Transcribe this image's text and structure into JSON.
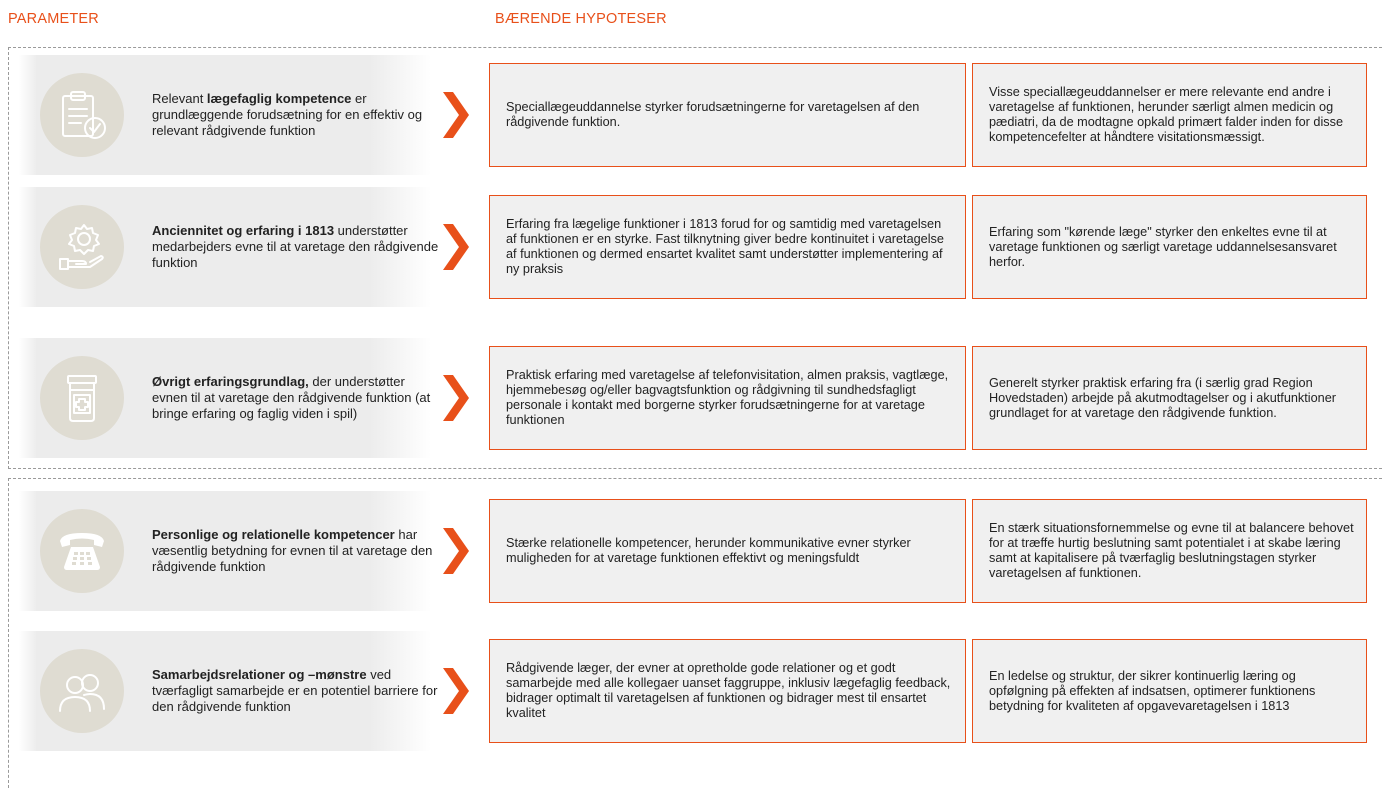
{
  "headers": {
    "left": "PARAMETER",
    "right": "BÆRENDE HYPOTESER"
  },
  "rows": [
    {
      "icon": "clipboard-check-icon",
      "param_bold": "lægefaglig kompetence",
      "param_pre": "Relevant ",
      "param_post": " er grundlæggende forudsætning for en effektiv og relevant rådgivende funktion",
      "hyp1": "Speciallægeuddannelse styrker forudsætningerne for varetagelsen af den rådgivende funktion.",
      "hyp2": "Visse speciallægeuddannelser er mere relevante end andre i varetagelse af funktionen, herunder særligt almen medicin og pædiatri, da de modtagne opkald primært falder inden for disse kompetencefelter at håndtere visitationsmæssigt."
    },
    {
      "icon": "gear-hand-icon",
      "param_bold": "Anciennitet og erfaring i 1813",
      "param_pre": "",
      "param_post": " understøtter medarbejders evne til at varetage den rådgivende funktion",
      "hyp1": "Erfaring fra lægelige funktioner i 1813 forud for og samtidig med varetagelsen af funktionen er en styrke. Fast tilknytning giver bedre kontinuitet i varetagelse af funktionen og dermed ensartet kvalitet samt understøtter implementering af ny praksis",
      "hyp2": "Erfaring som \"kørende læge\" styrker den enkeltes evne til at varetage funktionen og særligt varetage uddannelsesansvaret herfor."
    },
    {
      "icon": "medicine-jar-icon",
      "param_bold": "Øvrigt erfaringsgrundlag,",
      "param_pre": "",
      "param_post": " der understøtter evnen til at varetage den rådgivende funktion (at bringe erfaring og faglig viden i spil)",
      "hyp1": "Praktisk erfaring med varetagelse af telefonvisitation, almen praksis, vagtlæge, hjemmebesøg og/eller bagvagtsfunktion og rådgivning til sundhedsfagligt personale i kontakt med borgerne styrker forudsætningerne for at varetage funktionen",
      "hyp2": "Generelt styrker praktisk erfaring fra (i særlig grad Region Hovedstaden) arbejde på akutmodtagelser og i akutfunktioner grundlaget for at varetage den rådgivende funktion."
    },
    {
      "icon": "telephone-icon",
      "param_bold": "Personlige og relationelle kompetencer",
      "param_pre": "",
      "param_post": " har væsentlig betydning for evnen til at varetage den rådgivende funktion",
      "hyp1": "Stærke relationelle kompetencer, herunder kommunikative evner styrker muligheden for at varetage funktionen effektivt og meningsfuldt",
      "hyp2": "En stærk situationsfornemmelse og evne til at balancere behovet for at træffe hurtig beslutning samt potentialet i at skabe læring samt at kapitalisere på tværfaglig beslutningstagen styrker varetagelsen af funktionen."
    },
    {
      "icon": "people-icon",
      "param_bold": "Samarbejdsrelationer og –mønstre",
      "param_pre": "",
      "param_post": " ved tværfagligt samarbejde er en potentiel barriere for den rådgivende funktion",
      "hyp1": "Rådgivende læger, der evner at opretholde gode relationer og et godt samarbejde med alle kollegaer uanset faggruppe, inklusiv lægefaglig feedback, bidrager optimalt til varetagelsen af funktionen og bidrager mest til ensartet kvalitet",
      "hyp2": "En ledelse og struktur, der sikrer kontinuerlig læring og opfølgning på effekten af indsatsen, optimerer funktionens betydning for kvaliteten af opgavevaretagelsen i 1813"
    }
  ],
  "colors": {
    "accent": "#e8501a",
    "circle": "#dfdcd2",
    "panel": "#ececec",
    "box": "#f0f0f0"
  }
}
